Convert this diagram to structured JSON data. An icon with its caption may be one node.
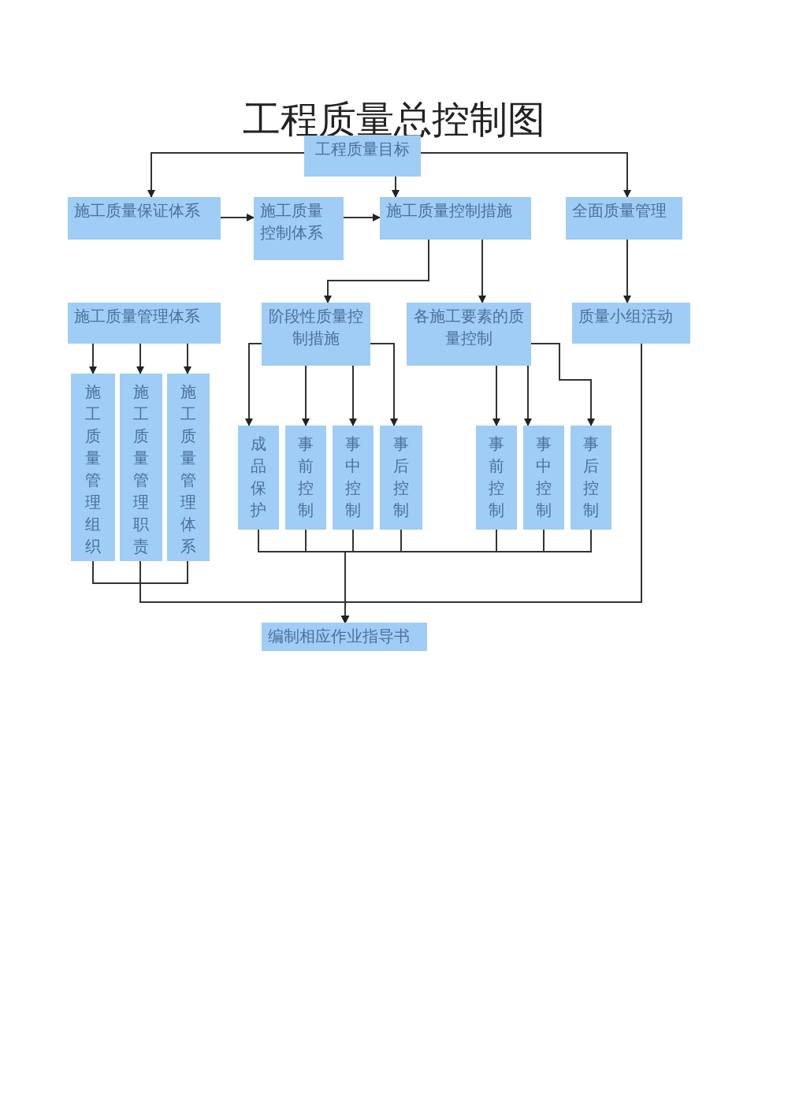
{
  "diagram": {
    "title": "工程质量总控制图",
    "nodes": [
      {
        "text": [
          "工程质量目标"
        ]
      },
      {
        "text": [
          "施工质量保证体系"
        ]
      },
      {
        "text": [
          "施工质量控制体系"
        ]
      },
      {
        "text": [
          "施工质量控制措施"
        ]
      },
      {
        "text": [
          "全面质量管理"
        ]
      },
      {
        "text": [
          "施工质量管理体系"
        ]
      },
      {
        "text": [
          "阶段性质量控制措施"
        ]
      },
      {
        "text": [
          "各施工要素的质量控制"
        ]
      },
      {
        "text": [
          "质量小组活动"
        ]
      },
      {
        "text": [
          "施工质量管理组织"
        ]
      },
      {
        "text": [
          "施工质量管理职责"
        ]
      },
      {
        "text": [
          "施工质量管理体系"
        ]
      },
      {
        "text": [
          "成品保护"
        ]
      },
      {
        "text": [
          "事前控制"
        ]
      },
      {
        "text": [
          "事中控制"
        ]
      },
      {
        "text": [
          "事后控制"
        ]
      },
      {
        "text": [
          "事前控制"
        ]
      },
      {
        "text": [
          "事中控制"
        ]
      },
      {
        "text": [
          "事后控制"
        ]
      },
      {
        "text": [
          "编制相应作业指导书"
        ]
      }
    ],
    "edges": [
      {
        "from": 0,
        "to": 1,
        "arrow": "to"
      },
      {
        "from": 0,
        "to": 3,
        "arrow": "to"
      },
      {
        "from": 0,
        "to": 4,
        "arrow": "to"
      },
      {
        "from": 1,
        "to": 2,
        "arrow": "to"
      },
      {
        "from": 2,
        "to": 3,
        "arrow": "to"
      },
      {
        "from": 3,
        "to": 6,
        "arrow": "to"
      },
      {
        "from": 3,
        "to": 7,
        "arrow": "to"
      },
      {
        "from": 4,
        "to": 8,
        "arrow": "to"
      },
      {
        "from": 5,
        "to": 9,
        "arrow": "to"
      },
      {
        "from": 5,
        "to": 10,
        "arrow": "to"
      },
      {
        "from": 5,
        "to": 11,
        "arrow": "to"
      },
      {
        "from": 6,
        "to": 12,
        "arrow": "to"
      },
      {
        "from": 6,
        "to": 13,
        "arrow": "to"
      },
      {
        "from": 6,
        "to": 14,
        "arrow": "to"
      },
      {
        "from": 6,
        "to": 15,
        "arrow": "to"
      },
      {
        "from": 7,
        "to": 16,
        "arrow": "to"
      },
      {
        "from": 7,
        "to": 17,
        "arrow": "to"
      },
      {
        "from": 7,
        "to": 18,
        "arrow": "to"
      },
      {
        "from": 12,
        "to": 19,
        "arrow": "to"
      },
      {
        "from": 13,
        "to": 19,
        "arrow": "to"
      },
      {
        "from": 14,
        "to": 19,
        "arrow": "to"
      },
      {
        "from": 15,
        "to": 19,
        "arrow": "to"
      },
      {
        "from": 16,
        "to": 19,
        "arrow": "to"
      },
      {
        "from": 17,
        "to": 19,
        "arrow": "to"
      },
      {
        "from": 18,
        "to": 19,
        "arrow": "to"
      },
      {
        "from": 9,
        "to": 19,
        "arrow": "to"
      },
      {
        "from": 10,
        "to": 19,
        "arrow": "to"
      },
      {
        "from": 11,
        "to": 19,
        "arrow": "to"
      },
      {
        "from": 8,
        "to": 19,
        "arrow": "to"
      }
    ]
  }
}
